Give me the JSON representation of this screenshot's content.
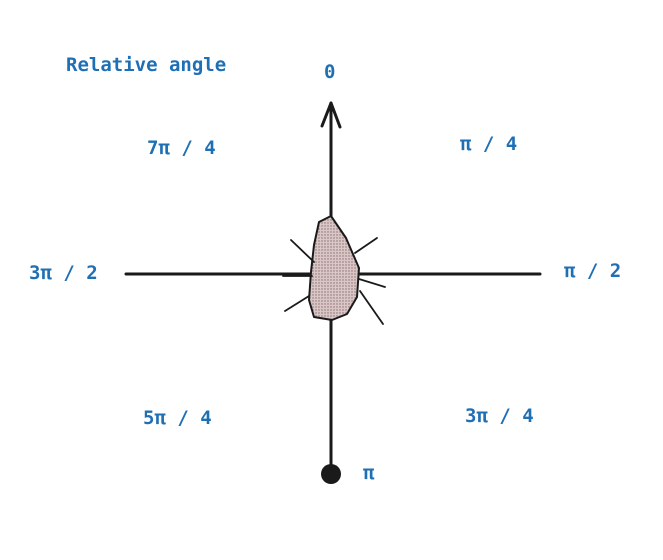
{
  "title": "Relative angle",
  "angles": {
    "top": "0",
    "top_right": "π / 4",
    "right": "π / 2",
    "bottom_right": "3π / 4",
    "bottom": "π",
    "bottom_left": "5π / 4",
    "left": "3π / 2",
    "top_left": "7π / 4"
  },
  "colors": {
    "label": "#1f6fb5",
    "axis": "#1a1a1a",
    "bug_fill": "#c9b3b3"
  }
}
